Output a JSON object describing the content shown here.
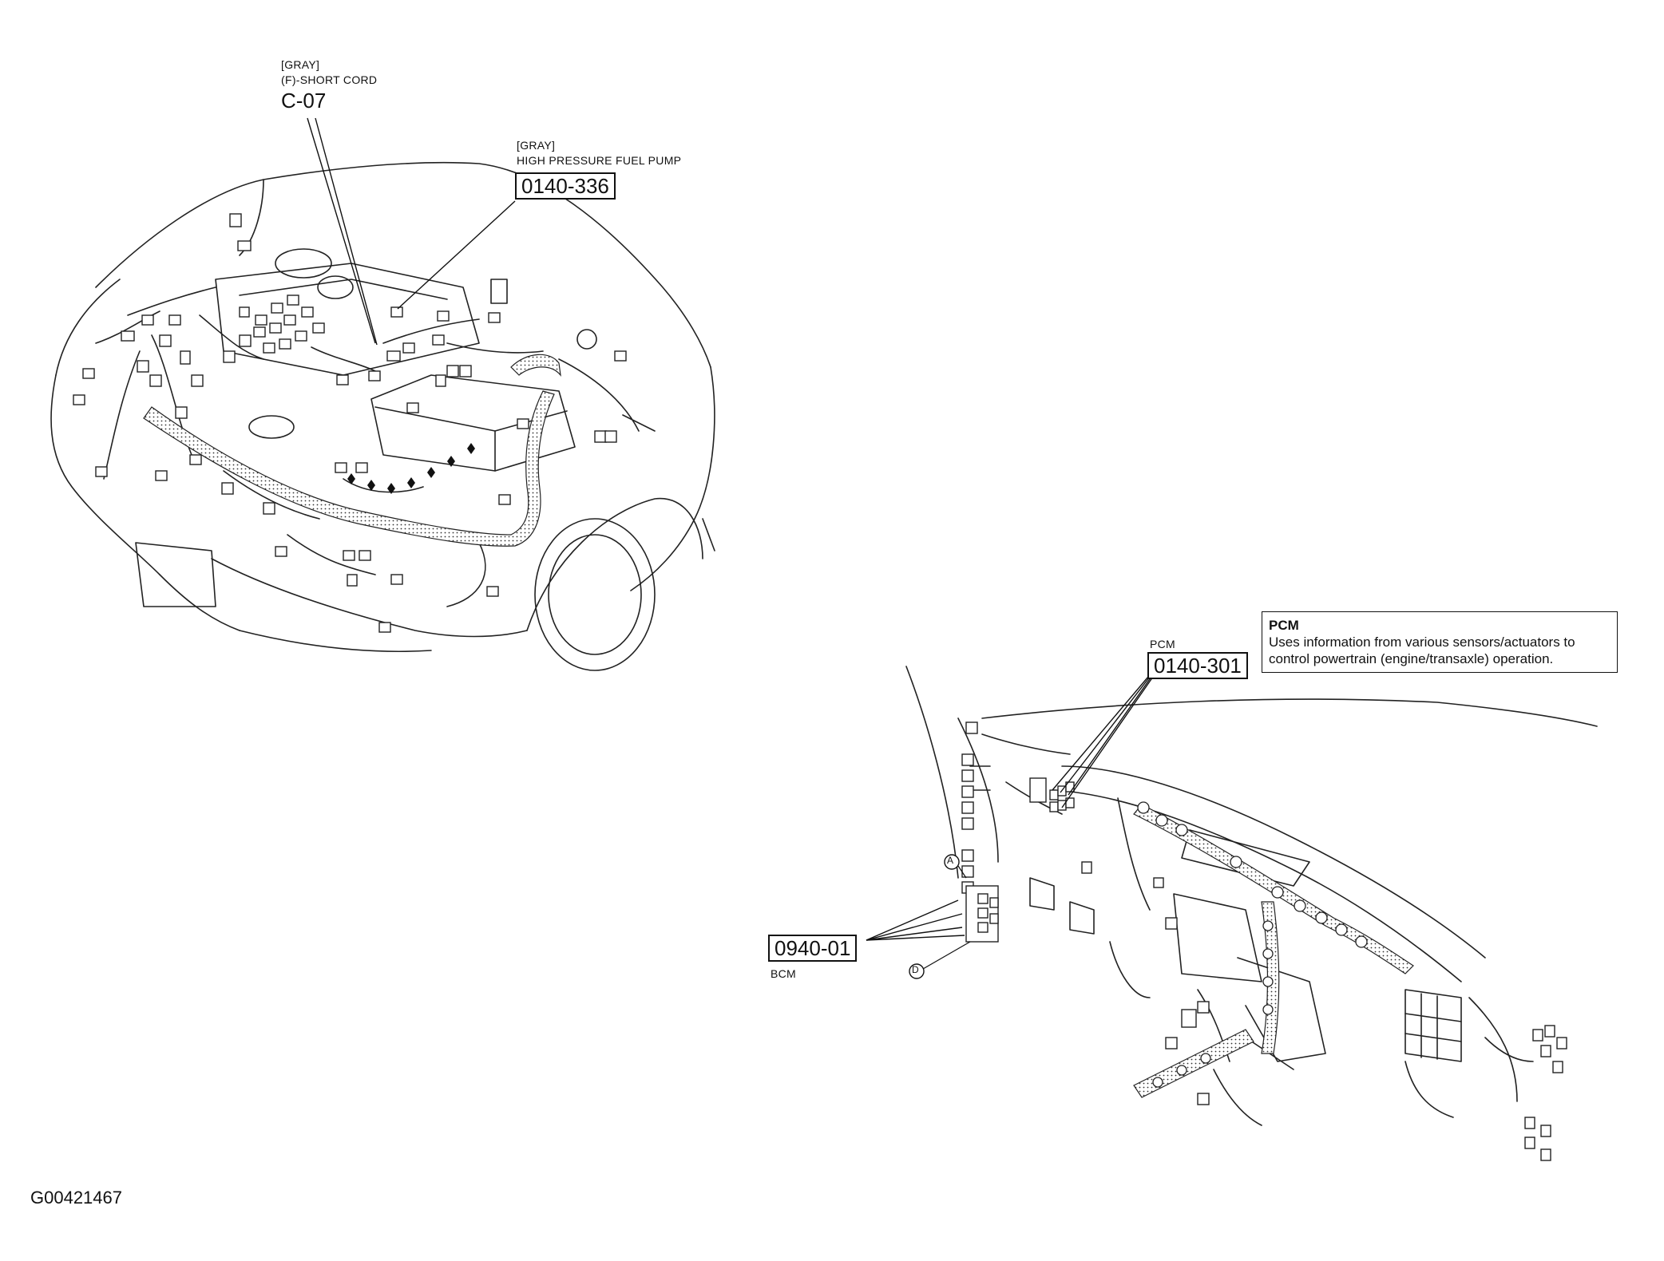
{
  "engine_callouts": {
    "c07": {
      "color": "[GRAY]",
      "desc": "(F)-SHORT CORD",
      "code": "C-07"
    },
    "fuel_pump": {
      "color": "[GRAY]",
      "desc": "HIGH PRESSURE FUEL PUMP",
      "code": "0140-336"
    }
  },
  "dash_callouts": {
    "pcm": {
      "label": "PCM",
      "code": "0140-301"
    },
    "bcm": {
      "label": "BCM",
      "code": "0940-01"
    },
    "marker_a": "A",
    "marker_d": "D"
  },
  "pcm_info": {
    "title": "PCM",
    "line1": "Uses information from various sensors/actuators to",
    "line2": "control powertrain (engine/transaxle) operation."
  },
  "figure_id": "G00421467"
}
